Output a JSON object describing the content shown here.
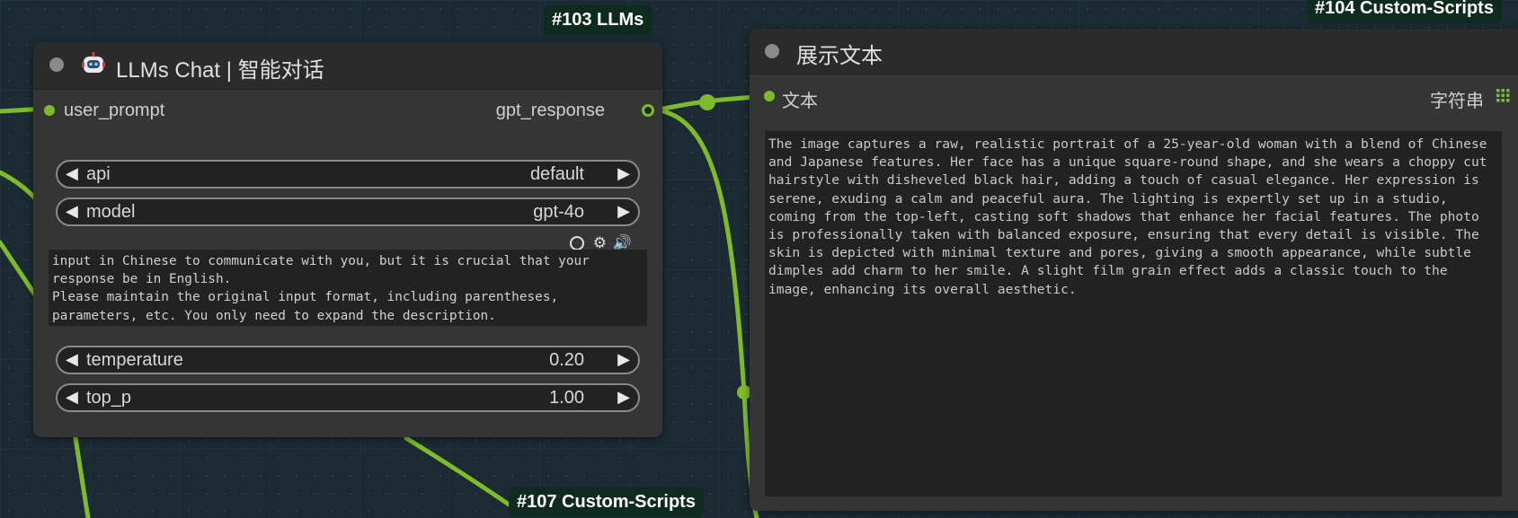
{
  "canvas": {
    "background_color": "#1b2a33",
    "wire_color": "#7dbb2a"
  },
  "nodes": {
    "llm_chat": {
      "badge": "#103 LLMs",
      "title": "LLMs Chat | 智能对话",
      "title_icon": "robot-icon",
      "input_slot": "user_prompt",
      "output_slot": "gpt_response",
      "widgets": {
        "api": {
          "label": "api",
          "value": "default"
        },
        "model": {
          "label": "model",
          "value": "gpt-4o"
        },
        "temperature": {
          "label": "temperature",
          "value": "0.20"
        },
        "top_p": {
          "label": "top_p",
          "value": "1.00"
        }
      },
      "prompt_text": "input in Chinese to communicate with you, but it is crucial that your\nresponse be in English.\nPlease maintain the original input format, including parentheses,\nparameters, etc. You only need to expand the description.",
      "textbox_tools": [
        "circle-icon",
        "gear-icon",
        "speaker-icon"
      ]
    },
    "show_text": {
      "badge": "#104 Custom-Scripts",
      "title": "展示文本",
      "input_slot": "文本",
      "input_type": "字符串",
      "output_text": "The image captures a raw, realistic portrait of a 25-year-old woman with a blend of Chinese\nand Japanese features. Her face has a unique square-round shape, and she wears a choppy cut\nhairstyle with disheveled black hair, adding a touch of casual elegance. Her expression is\nserene, exuding a calm and peaceful aura. The lighting is expertly set up in a studio,\ncoming from the top-left, casting soft shadows that enhance her facial features. The photo\nis professionally taken with balanced exposure, ensuring that every detail is visible. The\nskin is depicted with minimal texture and pores, giving a smooth appearance, while subtle\ndimples add charm to her smile. A slight film grain effect adds a classic touch to the\nimage, enhancing its overall aesthetic."
    },
    "custom_scripts_107": {
      "badge": "#107 Custom-Scripts"
    }
  }
}
